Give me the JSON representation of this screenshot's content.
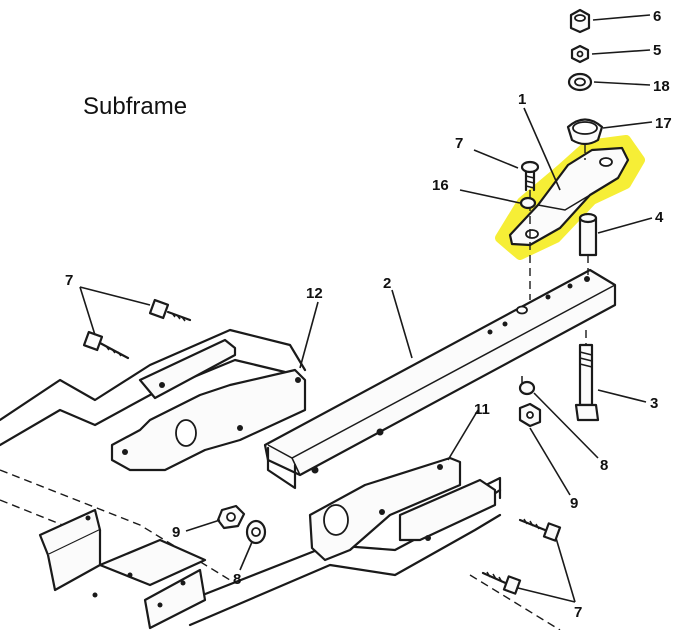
{
  "title": "Subframe",
  "highlight_color": "#f6ee2c",
  "callouts": [
    "6",
    "5",
    "18",
    "17",
    "1",
    "7",
    "16",
    "4",
    "7",
    "12",
    "2",
    "3",
    "8",
    "9",
    "11",
    "9",
    "8",
    "7"
  ]
}
